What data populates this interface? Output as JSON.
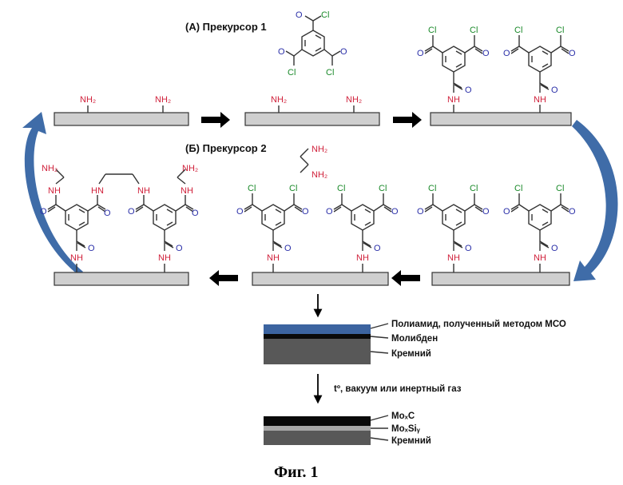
{
  "precursor1_label": "(A) Прекурсор 1",
  "precursor2_label": "(Б) Прекурсор 2",
  "atoms": {
    "n": "NH",
    "nh2": "NH₂",
    "o": "O",
    "cl": "Cl",
    "hn": "HN"
  },
  "layers1": {
    "polyamide": "Полиамид, полученный методом МСО",
    "molybdenum": "Молибден",
    "silicon": "Кремний"
  },
  "process_label": "tº, вакуум или инертный газ",
  "layers2": {
    "moxc": "MoₓC",
    "moxsiy": "MoₓSiᵧ",
    "silicon": "Кремний"
  },
  "figure_caption": "Фиг. 1",
  "colors": {
    "nitrogen": "#d0203a",
    "oxygen": "#2a2fa8",
    "chlorine": "#1a8a2a",
    "arrow_blue": "#3f6ca8",
    "polyamide_layer": "#3c64a0"
  }
}
